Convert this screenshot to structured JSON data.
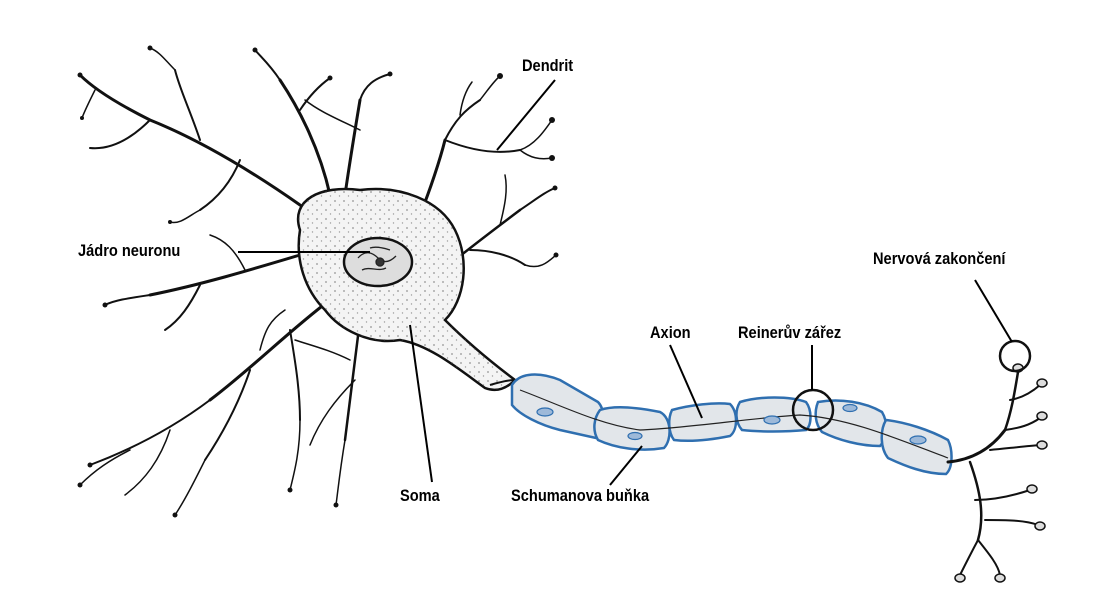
{
  "labels": {
    "dendrite": "Dendrit",
    "nucleus": "Jádro neuronu",
    "soma": "Soma",
    "axon": "Axion",
    "node": "Reinerův zářez",
    "schwann": "Schumanova buňka",
    "terminal": "Nervová zakončení"
  },
  "colors": {
    "ink": "#111111",
    "myelin_fill": "#e2e6ea",
    "myelin_stroke": "#2f6fb0",
    "soma_fill": "#f4f4f4"
  }
}
